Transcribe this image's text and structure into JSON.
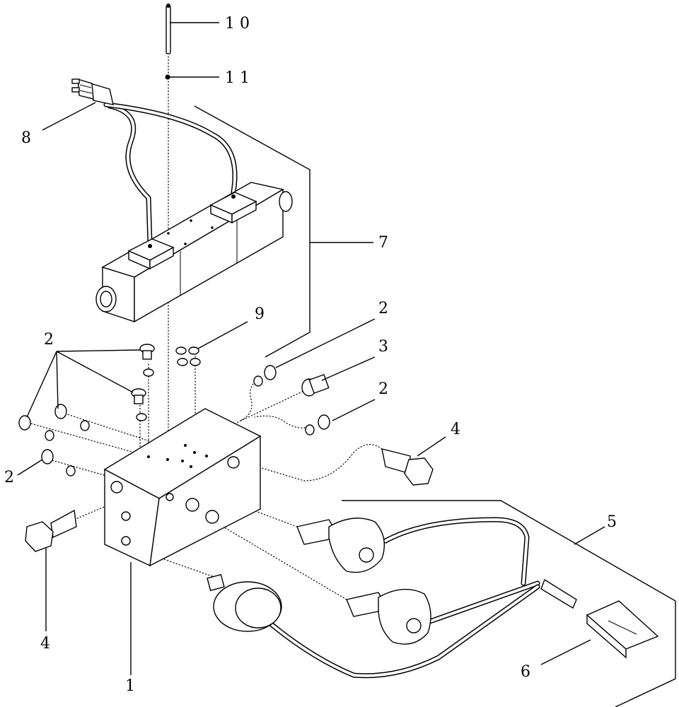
{
  "callouts": {
    "c1": "1",
    "c2_top": "2",
    "c2_right_upper": "2",
    "c2_right_lower": "2",
    "c2_left": "2",
    "c3": "3",
    "c4_right": "4",
    "c4_left": "4",
    "c5": "5",
    "c6": "6",
    "c7": "7",
    "c8": "8",
    "c9": "9",
    "c10": "1 0",
    "c11": "1 1"
  }
}
